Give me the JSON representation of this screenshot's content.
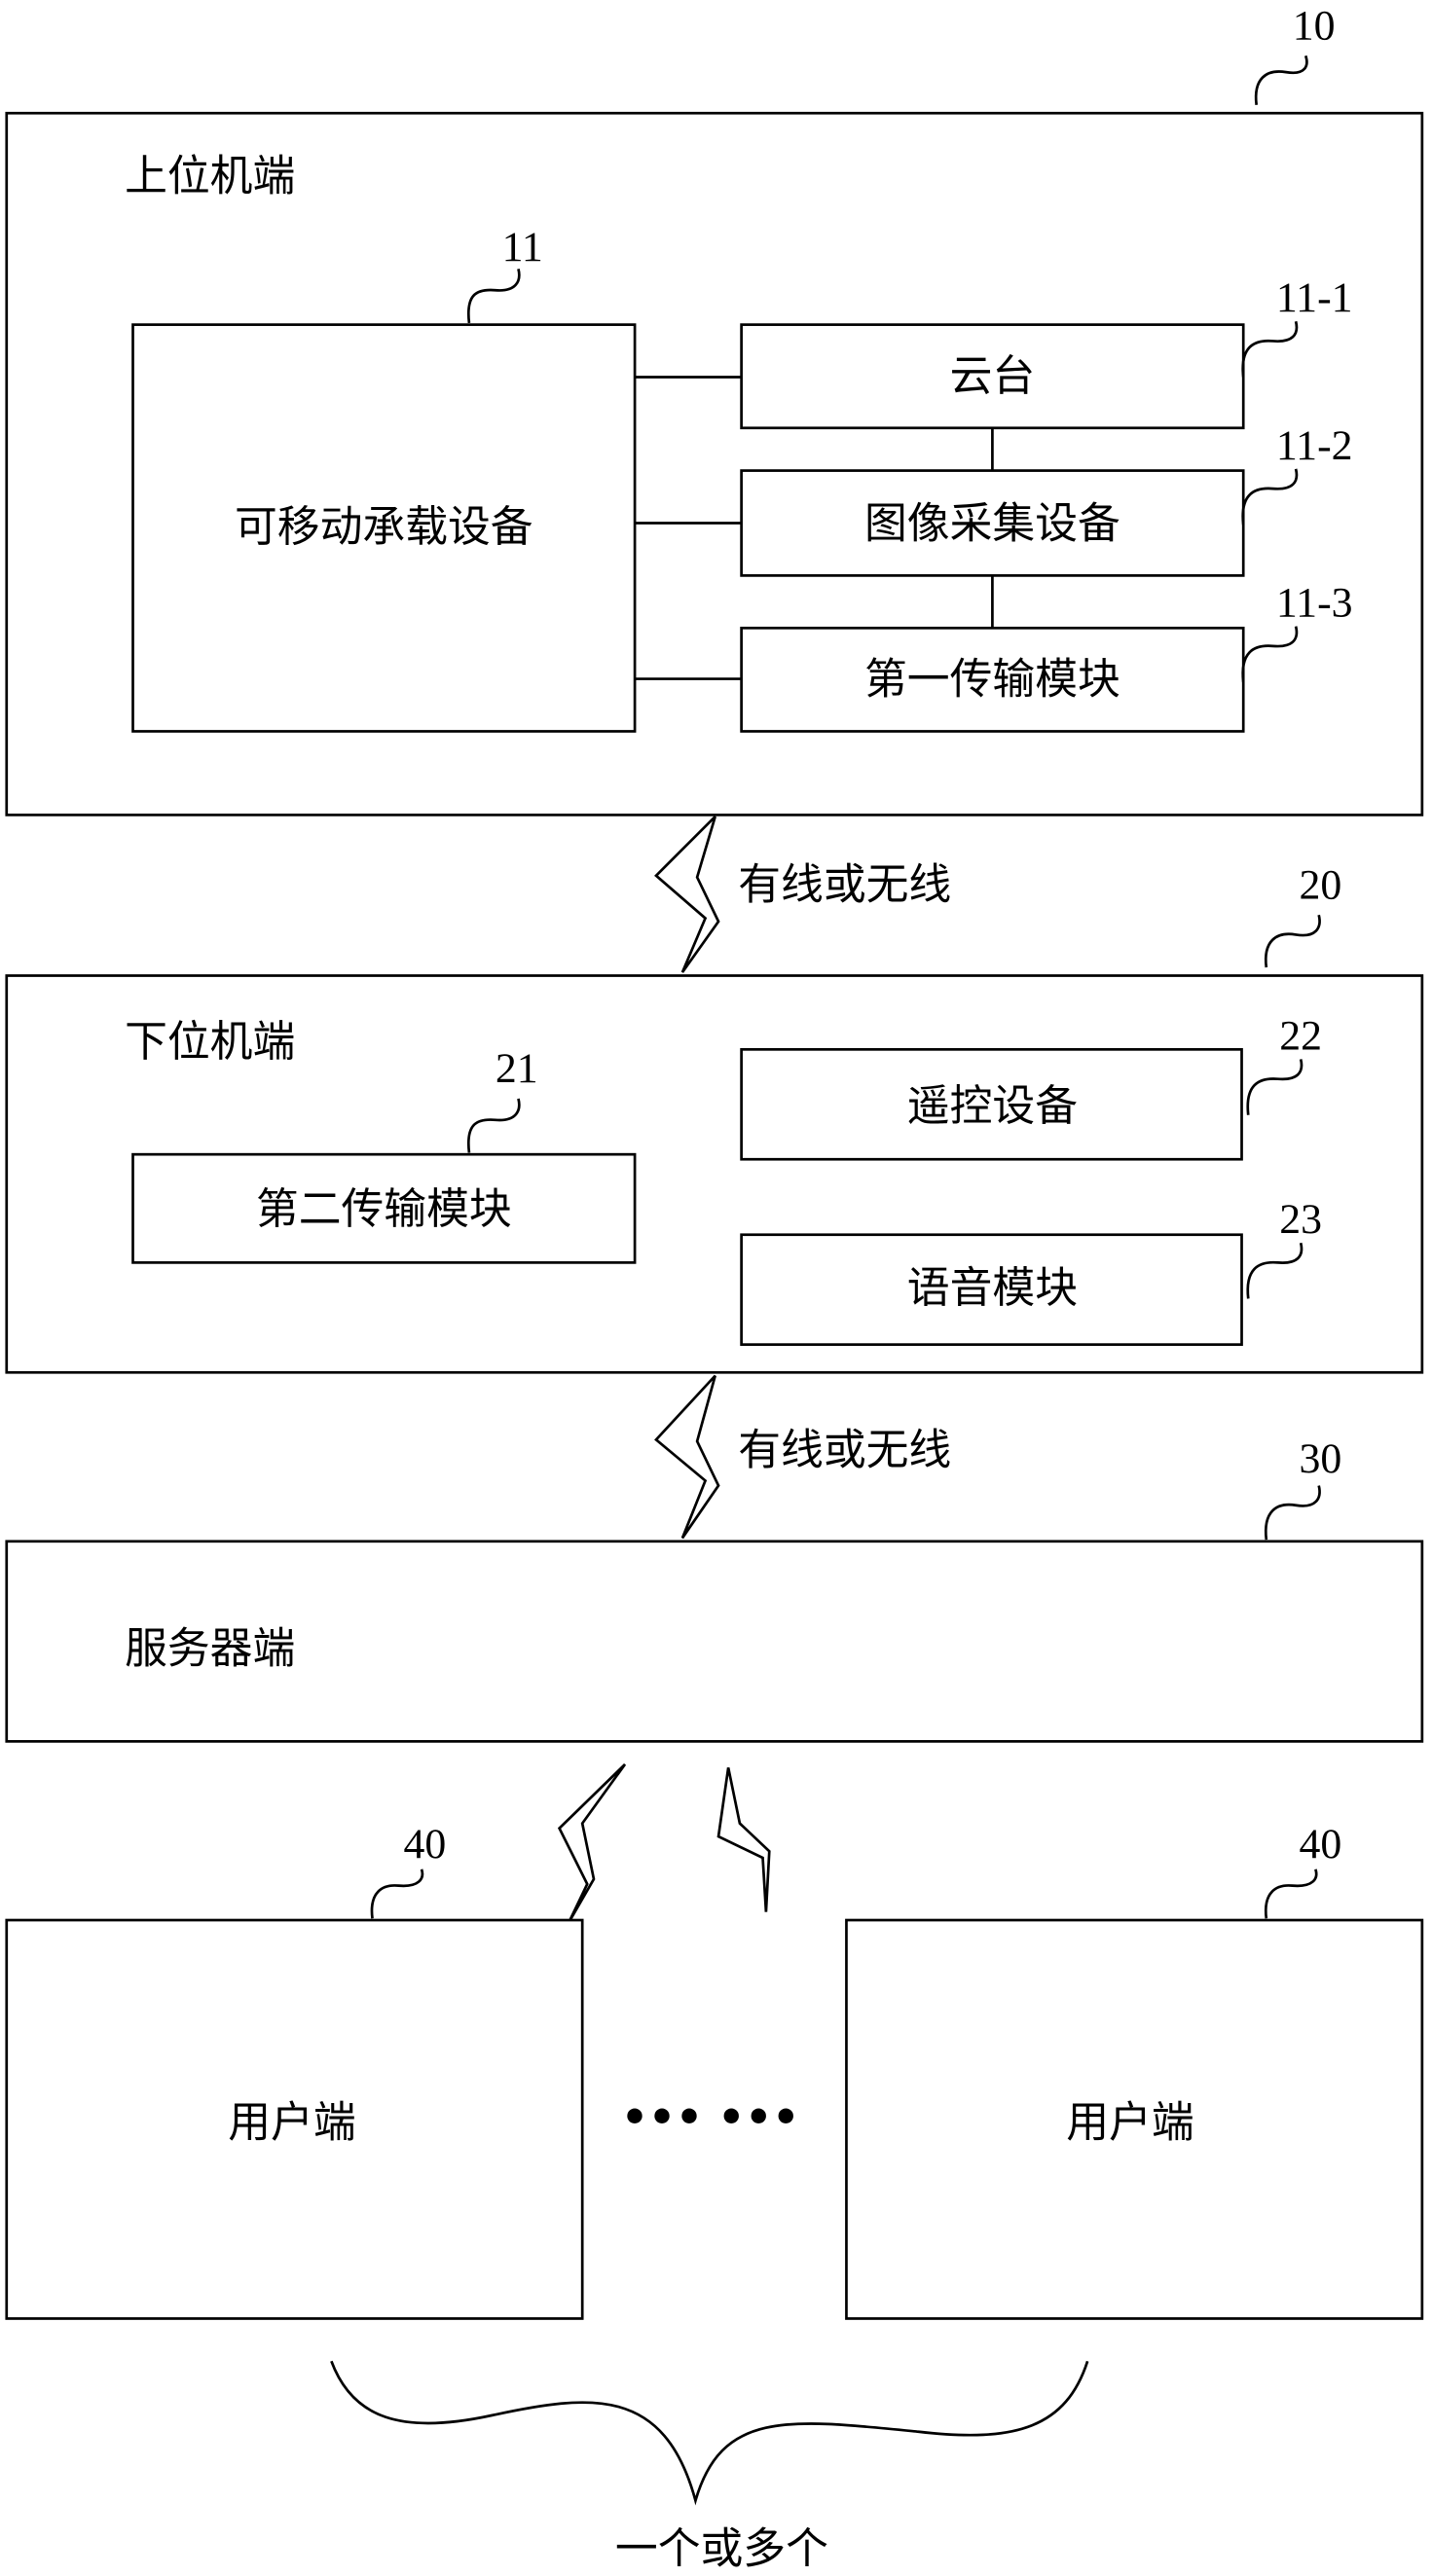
{
  "diagram": {
    "upper": {
      "ref": "10",
      "title": "上位机端",
      "carrier": {
        "ref": "11",
        "label": "可移动承载设备"
      },
      "gimbal": {
        "ref": "11-1",
        "label": "云台"
      },
      "camera": {
        "ref": "11-2",
        "label": "图像采集设备"
      },
      "tx1": {
        "ref": "11-3",
        "label": "第一传输模块"
      }
    },
    "link1": "有线或无线",
    "lower": {
      "ref": "20",
      "title": "下位机端",
      "tx2": {
        "ref": "21",
        "label": "第二传输模块"
      },
      "remote": {
        "ref": "22",
        "label": "遥控设备"
      },
      "voice": {
        "ref": "23",
        "label": "语音模块"
      }
    },
    "link2": "有线或无线",
    "server": {
      "ref": "30",
      "title": "服务器端"
    },
    "clients": [
      {
        "ref": "40",
        "label": "用户端"
      },
      {
        "ref": "40",
        "label": "用户端"
      }
    ],
    "ellipsis": "••• •••",
    "brace_label": "一个或多个"
  }
}
